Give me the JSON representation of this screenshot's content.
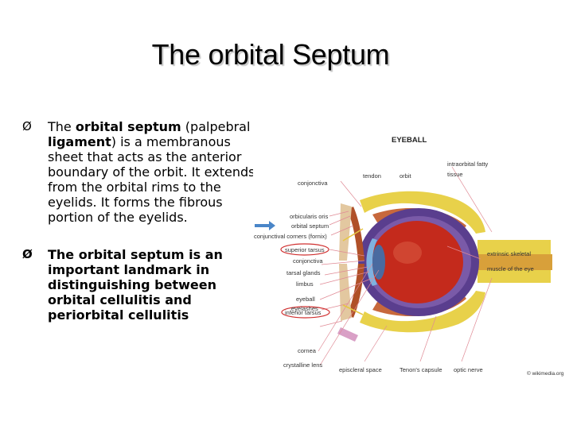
{
  "slide": {
    "title": "The orbital Septum",
    "bullet_symbol": "Ø",
    "bullet1": {
      "t1": "The ",
      "b1": "orbital septum",
      "t2": " (palpebral ",
      "b2": "ligament",
      "t3": ") is a membranous sheet that acts as the anterior boundary of the orbit. It extends from the orbital rims to the eyelids. It forms the fibrous portion of the eyelids."
    },
    "bullet2": "The orbital septum is an important landmark in distinguishing between orbital cellulitis and periorbital cellulitis"
  },
  "figure": {
    "title": "EYEBALL",
    "labels": {
      "tendon": "tendon",
      "orbit": "orbit",
      "conjonctiva": "conjonctiva",
      "intraorbital_fatty": "intraorbital fatty",
      "tissue": "tissue",
      "orbicularis_oris": "orbicularis oris",
      "orbital_septum": "orbital septum",
      "conjunctival_corners": "conjunctival corners (fornix)",
      "superior_tarsus": "superior tarsus",
      "conjonctiva2": "conjonctiva",
      "extrinsic_skeletal": "extrinsic skeletal",
      "muscle_of_eye": "muscle of the eye",
      "tarsal_glands": "tarsal glands",
      "limbus": "limbus",
      "eyeball": "eyeball",
      "eyelashes": "eyelashes",
      "inferior_tarsus": "inferior tarsus",
      "cornea": "cornea",
      "crystalline_lens": "crystalline lens",
      "episcleral_space": "episcleral space",
      "tenons_capsule": "Tenon's capsule",
      "optic_nerve": "optic nerve",
      "watermark": "© wikimedia.org"
    }
  },
  "colors": {
    "sclera_purple": "#5a3e8e",
    "fat_yellow": "#e8d14a",
    "globe_red": "#c42a1c",
    "muscle": "#c7683c",
    "cornea": "#7fb2e0",
    "callout": "#d03030",
    "arrow": "#4a86c8"
  }
}
